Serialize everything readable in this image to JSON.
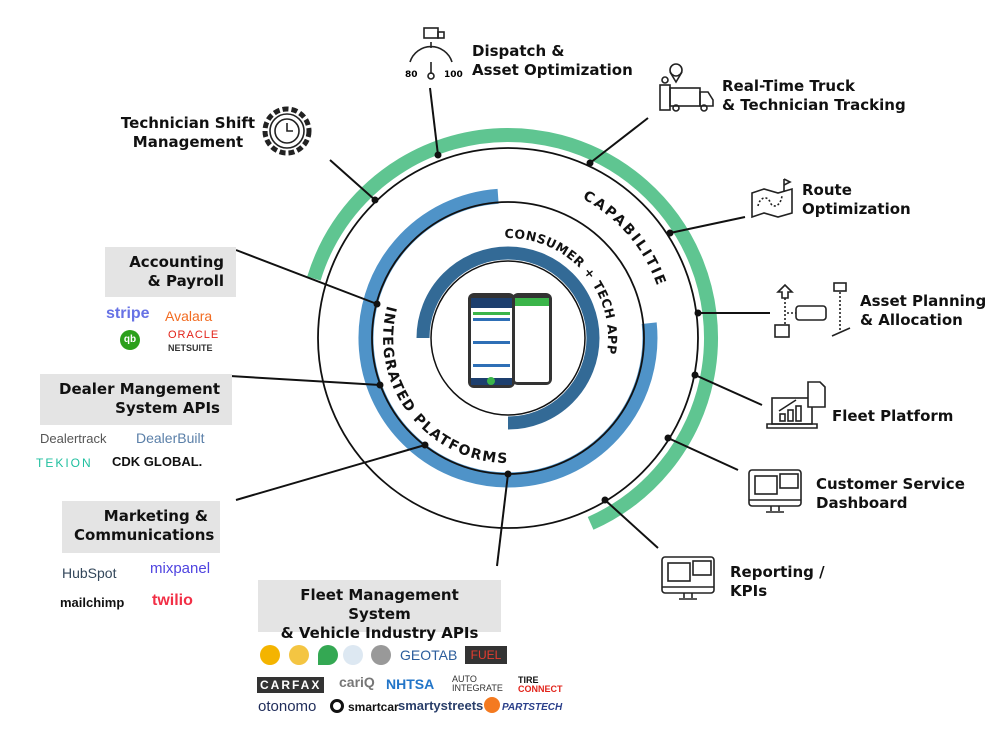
{
  "colors": {
    "capabilities_arc": "#5fc591",
    "platforms_arc": "#4f93c8",
    "app_arc": "#336a96",
    "line": "#111111",
    "box": "#e4e4e4"
  },
  "rings": {
    "capabilities": "CAPABILITIES",
    "app": "CONSUMER + TECH APP",
    "platforms": "INTEGRATED PLATFORMS"
  },
  "capabilities": [
    {
      "icon": "dispatch-gauge-icon",
      "line1": "Dispatch &",
      "line2": "Asset Optimization",
      "gauge_min": "80",
      "gauge_max": "100"
    },
    {
      "icon": "truck-technician-location-icon",
      "line1": "Real-Time Truck",
      "line2": "& Technician Tracking"
    },
    {
      "icon": "gear-clock-icon",
      "line1": "Technician Shift",
      "line2": "Management"
    },
    {
      "icon": "route-map-icon",
      "line1": "Route",
      "line2": "Optimization"
    },
    {
      "icon": "asset-allocation-icon",
      "line1": "Asset Planning",
      "line2": "& Allocation"
    },
    {
      "icon": "laptop-chart-icon",
      "line1": "Fleet Platform"
    },
    {
      "icon": "monitor-dashboard-icon",
      "line1": "Customer Service",
      "line2": "Dashboard"
    },
    {
      "icon": "monitor-report-icon",
      "line1": "Reporting /",
      "line2": "KPIs"
    }
  ],
  "platforms": [
    {
      "line1": "Accounting",
      "line2": "& Payroll",
      "logos": [
        "stripe",
        "Avalara",
        "qb",
        "ORACLE",
        "NETSUITE"
      ]
    },
    {
      "line1": "Dealer Mangement",
      "line2": "System APIs",
      "logos": [
        "Dealertrack",
        "DealerBuilt",
        "TEKION",
        "CDK GLOBAL."
      ]
    },
    {
      "line1": "Marketing &",
      "line2": "Communications",
      "logos": [
        "HubSpot",
        "mixpanel",
        "mailchimp",
        "twilio"
      ]
    },
    {
      "line1": "Fleet Management System",
      "line2": "& Vehicle Industry APIs",
      "logos": [
        "GEOTAB",
        "FUEL",
        "CARFAX",
        "cariQ",
        "NHTSA",
        "AUTO INTEGRATE",
        "TIRE",
        "CONNECT",
        "otonomo",
        "smartcar",
        "smartystreets",
        "PARTSTECH"
      ]
    }
  ]
}
